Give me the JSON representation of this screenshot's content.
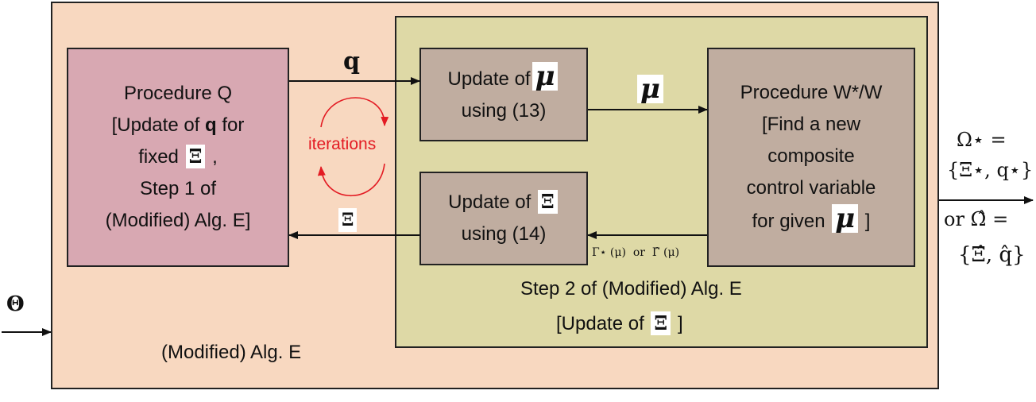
{
  "outer": {
    "label": "(Modified) Alg. E"
  },
  "inner": {
    "line1": "Step 2 of (Modified) Alg. E",
    "line2_pre": "[Update of",
    "line2_sym": "Ξ",
    "line2_post": "]"
  },
  "procedure_q": {
    "line1": "Procedure Q",
    "line2_pre": "[Update of ",
    "line2_bold": "q",
    "line2_post": " for",
    "line3_pre": "fixed",
    "line3_sym": "Ξ",
    "line3_post": " ,",
    "line4": "Step 1 of",
    "line5": "(Modified) Alg. E]"
  },
  "update_mu": {
    "line1_pre": "Update of",
    "line1_sym": "μ",
    "line2": "using (13)"
  },
  "update_xi": {
    "line1_pre": "Update of",
    "line1_sym": "Ξ",
    "line2": "using (14)"
  },
  "procedure_w": {
    "line1": "Procedure W*/W",
    "line2": "[Find a new",
    "line3": "composite",
    "line4": "control variable",
    "line5_pre": "for given",
    "line5_sym": "μ",
    "line5_post": " ]"
  },
  "labels": {
    "q": "q",
    "mu": "μ",
    "xi": "Ξ",
    "iterations": "iterations",
    "gamma": "Γ⋆ (μ)  or  Γ̂ (μ)",
    "theta": "Θ",
    "omega1": "Ω⋆ =",
    "omega2": "{Ξ⋆, q⋆}",
    "omega3": "or Ω̂ =",
    "omega4": "{Ξ̂, q̂}"
  },
  "colors": {
    "outer": "#f8d8c0",
    "inner": "#ded9a6",
    "procedure_q": "#d8a8b2",
    "update": "#c0ada0",
    "iterations": "#e31b23"
  }
}
